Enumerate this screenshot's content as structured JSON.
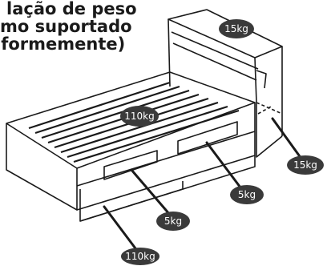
{
  "caption": {
    "line1": "lação de peso",
    "line2": "mo suportado",
    "line3": "iformemente)"
  },
  "labels": {
    "headboard_shelf": "15kg",
    "bed_surface": "110kg",
    "right_drawer": "5kg",
    "left_drawer": "5kg",
    "side_cabinet": "15kg",
    "under_bed": "110kg"
  },
  "colors": {
    "badge_fill": "#3a3a3a",
    "line": "#1a1a1a"
  }
}
